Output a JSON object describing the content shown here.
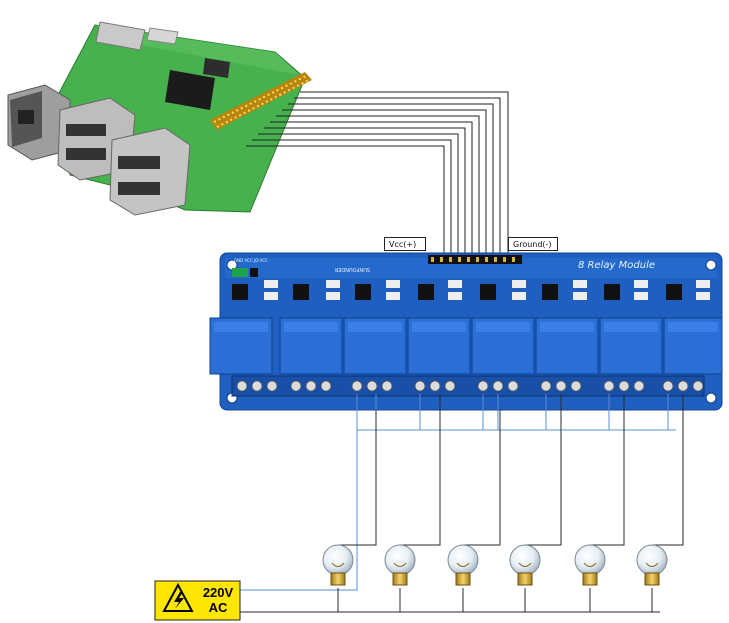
{
  "labels": {
    "vcc": "Vcc(+)",
    "ground": "Ground(-)"
  },
  "board": {
    "title": "8 Relay Module",
    "maker": "SUNFOUNDER",
    "jumper": "GND VCC JD-VCC"
  },
  "warning": {
    "voltage": "220V",
    "type": "AC"
  },
  "colors": {
    "relay_board": "#1f5fbf",
    "relay_block": "#2b6fd6",
    "terminal": "#1a4fa8",
    "pi_board": "#3fa845",
    "warning_yellow": "#ffe600",
    "wire_dark": "#2a2a2a",
    "wire_blue": "#5b8fd6"
  },
  "icons": [
    "raspberry-pi-board",
    "relay-module",
    "light-bulb",
    "high-voltage-warning-icon"
  ]
}
